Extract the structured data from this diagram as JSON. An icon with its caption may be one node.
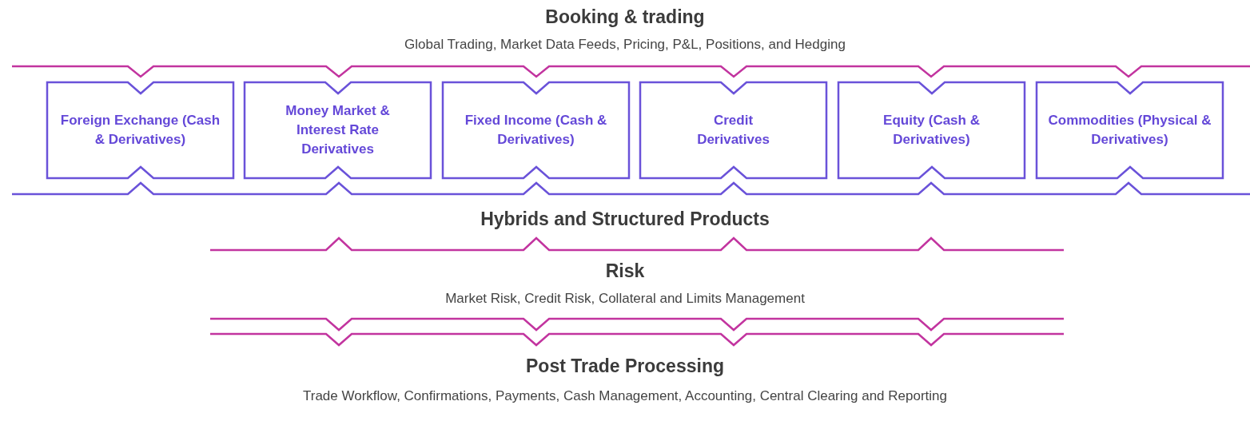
{
  "diagram": {
    "nodes": [
      {
        "text": [
          "Foreign Exchange (Cash & Derivatives)"
        ]
      },
      {
        "text": [
          "Money Market & Interest Rate Derivatives"
        ]
      },
      {
        "text": [
          "Fixed Income (Cash & Derivatives)"
        ]
      },
      {
        "text": [
          "Credit Derivatives"
        ]
      },
      {
        "text": [
          "Equity (Cash & Derivatives)"
        ]
      },
      {
        "text": [
          "Commodities (Physical & Derivatives)"
        ]
      }
    ],
    "edges": [],
    "labels": [
      "Booking & trading",
      "Global Trading, Market Data Feeds, Pricing, P&L, Positions, and Hedging",
      "Hybrids and Structured Products",
      "Risk",
      "Market Risk, Credit Risk, Collateral and Limits Management",
      "Post Trade Processing",
      "Trade Workflow, Confirmations, Payments, Cash Management, Accounting, Central Clearing and Reporting"
    ]
  }
}
